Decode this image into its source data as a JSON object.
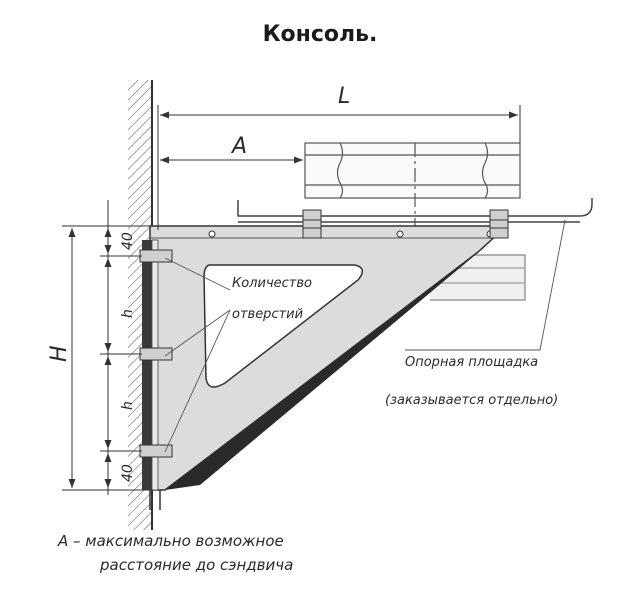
{
  "title": "Консоль.",
  "dimensions": {
    "L": "L",
    "A": "A",
    "H": "H",
    "h_top": "h",
    "h_bottom": "h",
    "offset_top": "40",
    "offset_bottom": "40"
  },
  "labels": {
    "holes_line1": "Количество",
    "holes_line2": "отверстий",
    "platform_line1": "Опорная площадка",
    "platform_line2": "(заказывается отдельно)"
  },
  "note": {
    "line1": "А – максимально возможное",
    "line2": "расстояние до сэндвича"
  }
}
